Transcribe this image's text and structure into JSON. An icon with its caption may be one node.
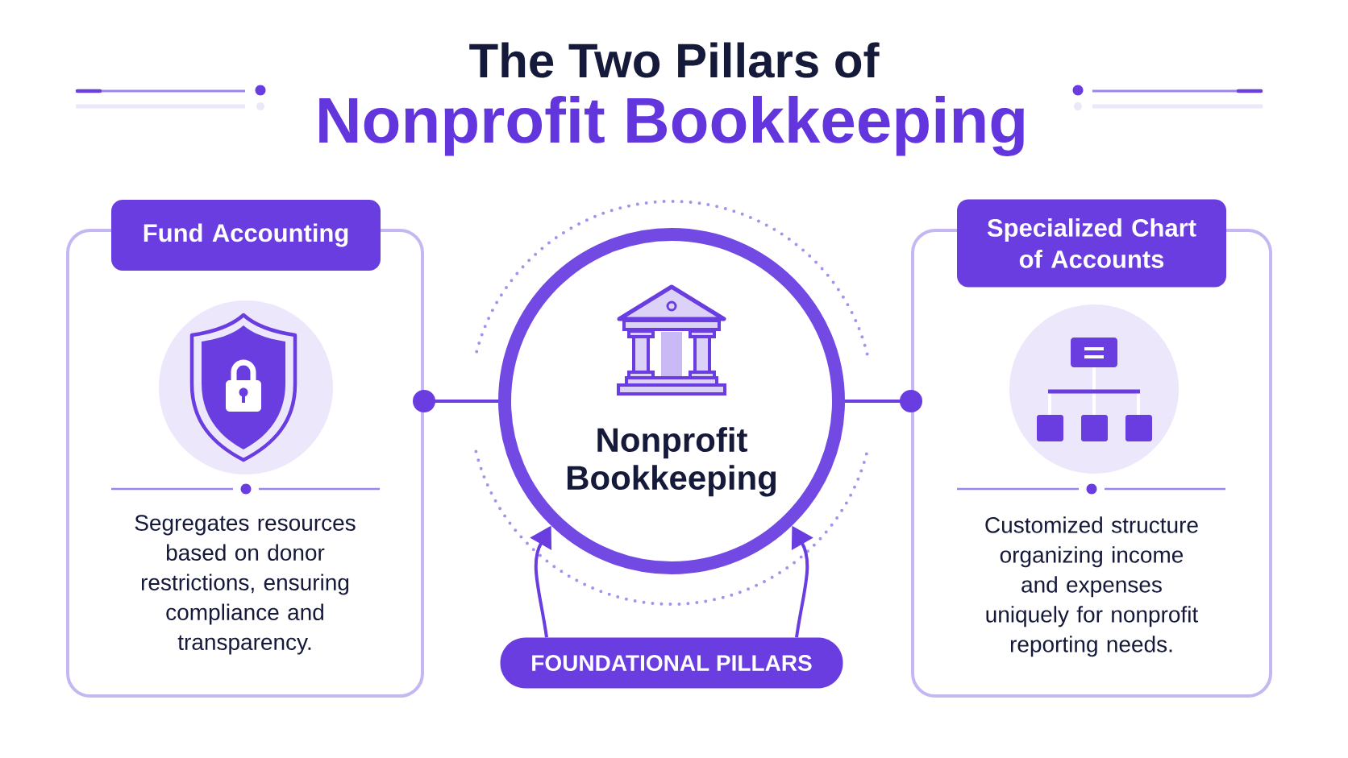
{
  "diagram": {
    "title": "The Two Pillars of",
    "nodes": [
      {
        "text": [
          "Fund Accounting",
          "Segregates resources based on donor restrictions, ensuring compliance and transparency."
        ]
      },
      {
        "text": [
          "Nonprofit Bookkeeping"
        ]
      },
      {
        "text": [
          "Specialized Chart of Accounts",
          "Customized structure organizing income and expenses uniquely for nonprofit reporting needs."
        ]
      },
      {
        "text": [
          "FOUNDATIONAL PILLARS"
        ]
      }
    ],
    "edges": [
      {
        "from": 0,
        "to": 1,
        "arrow": "other"
      },
      {
        "from": 2,
        "to": 1,
        "arrow": "other"
      },
      {
        "from": 3,
        "to": 1,
        "arrow": "to"
      },
      {
        "from": 3,
        "to": 1,
        "arrow": "to"
      }
    ],
    "labels": [
      "Nonprofit Bookkeeping"
    ]
  }
}
